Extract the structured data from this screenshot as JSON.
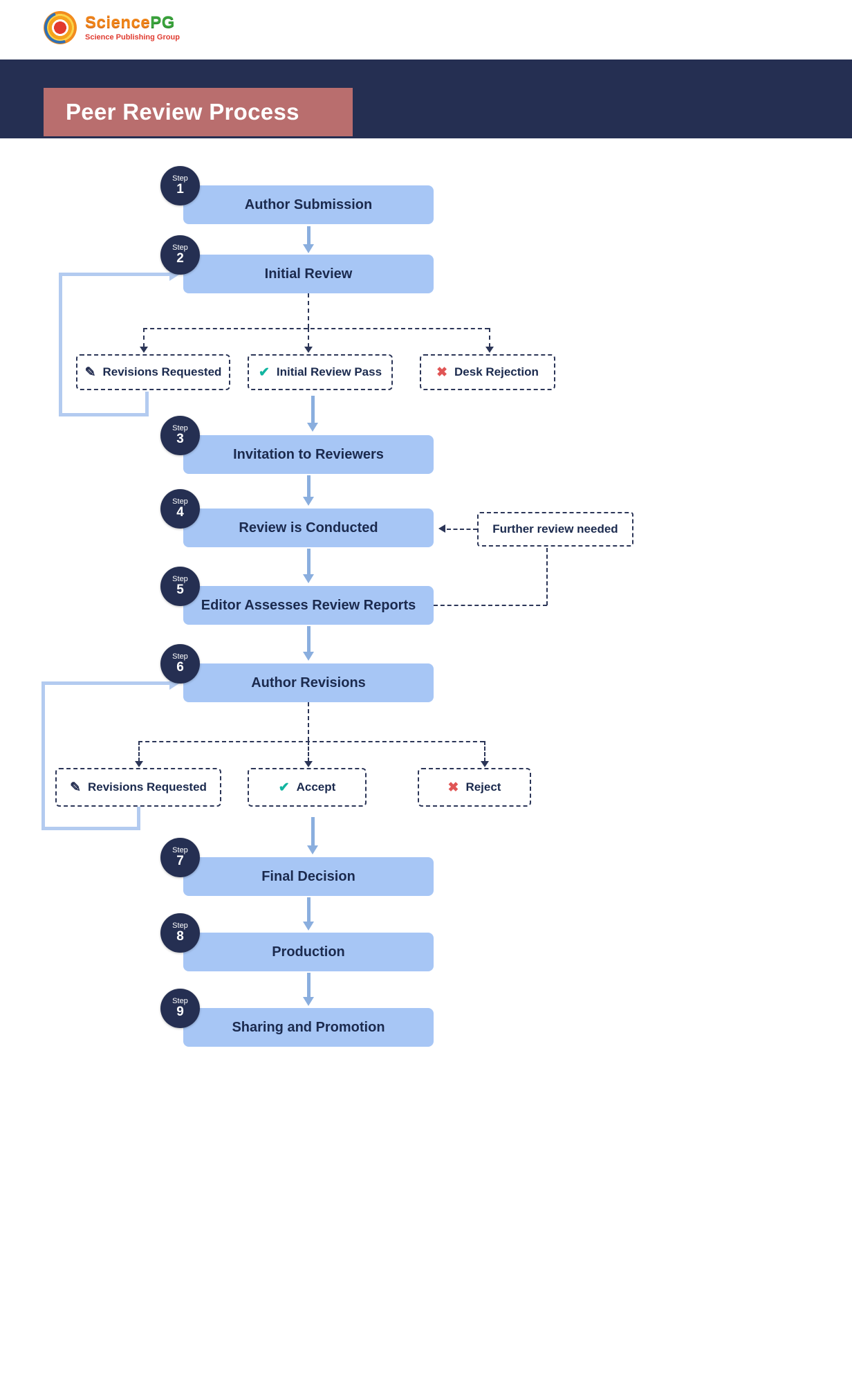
{
  "header": {
    "logo_name_part1": "Science",
    "logo_name_part2": "PG",
    "logo_tagline": "Science Publishing Group"
  },
  "title": "Peer Review Process",
  "steps": [
    {
      "step_label": "Step",
      "number": "1",
      "title": "Author Submission"
    },
    {
      "step_label": "Step",
      "number": "2",
      "title": "Initial Review"
    },
    {
      "step_label": "Step",
      "number": "3",
      "title": "Invitation to Reviewers"
    },
    {
      "step_label": "Step",
      "number": "4",
      "title": "Review is Conducted"
    },
    {
      "step_label": "Step",
      "number": "5",
      "title": "Editor Assesses Review Reports"
    },
    {
      "step_label": "Step",
      "number": "6",
      "title": "Author Revisions"
    },
    {
      "step_label": "Step",
      "number": "7",
      "title": "Final Decision"
    },
    {
      "step_label": "Step",
      "number": "8",
      "title": "Production"
    },
    {
      "step_label": "Step",
      "number": "9",
      "title": "Sharing and Promotion"
    }
  ],
  "branch1": [
    {
      "label": "Revisions Requested",
      "icon": "pencil-icon"
    },
    {
      "label": "Initial Review Pass",
      "icon": "check-icon"
    },
    {
      "label": "Desk Rejection",
      "icon": "x-icon"
    }
  ],
  "branch2": [
    {
      "label": "Revisions Requested",
      "icon": "pencil-icon"
    },
    {
      "label": "Accept",
      "icon": "check-icon"
    },
    {
      "label": "Reject",
      "icon": "x-icon"
    }
  ],
  "side_note": "Further review needed",
  "icons": {
    "pencil": "✎",
    "check": "✔",
    "cross": "✖"
  },
  "colors": {
    "navy": "#252f52",
    "bar_blue": "#a7c6f5",
    "arrow_blue": "#8aaede",
    "loop_blue": "#b3cbf0",
    "title_box": "#b96e6e",
    "check_teal": "#12b5a0",
    "cross_red": "#e05555"
  }
}
